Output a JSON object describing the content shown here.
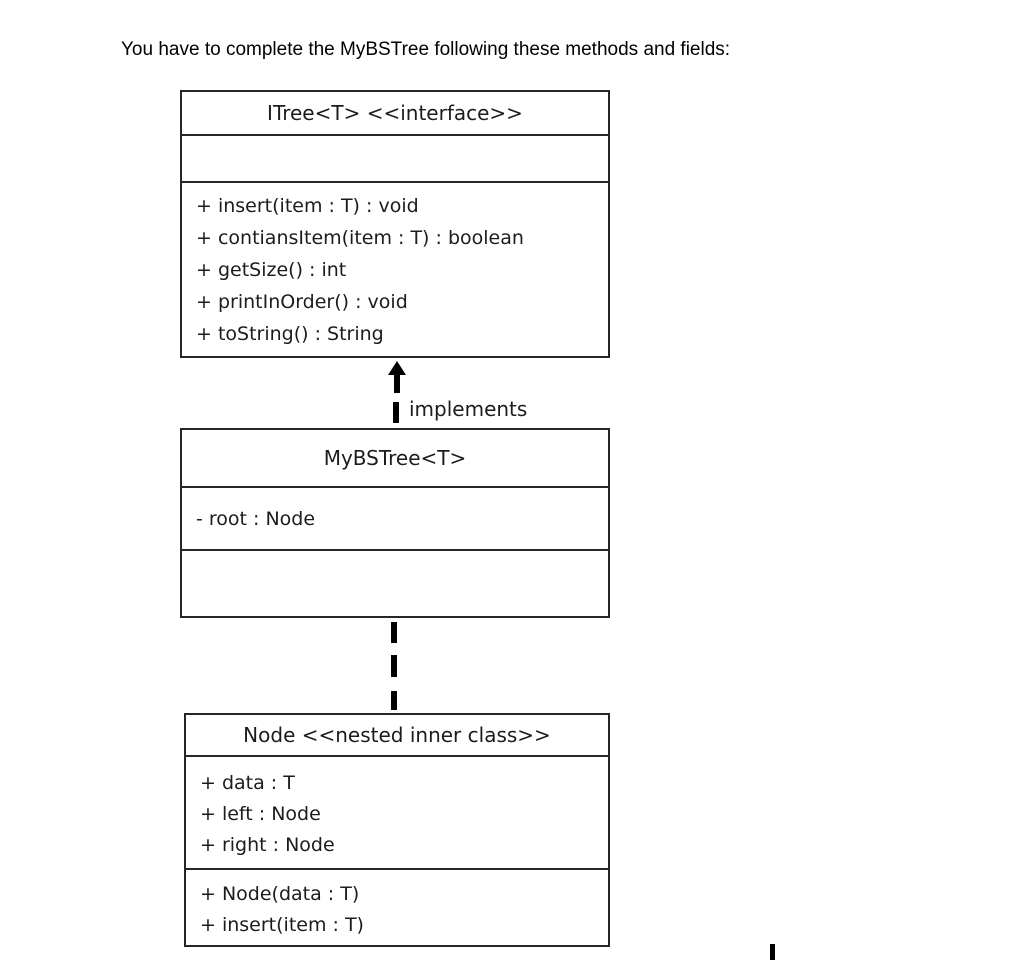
{
  "page": {
    "heading": "You have to complete the MyBSTree following these methods and fields:"
  },
  "diagram": {
    "itree": {
      "title": "ITree<T> <<interface>>",
      "methods": [
        "+ insert(item : T) : void",
        "+ contiansItem(item : T) : boolean",
        "+ getSize() : int",
        "+ printInOrder() : void",
        "+ toString() : String"
      ]
    },
    "relation": {
      "label": "implements"
    },
    "mybstree": {
      "title": "MyBSTree<T>",
      "fields": [
        "- root : Node"
      ]
    },
    "node": {
      "title": "Node <<nested inner class>>",
      "fields": [
        "+ data : T",
        "+ left : Node",
        "+ right : Node"
      ],
      "methods": [
        "+ Node(data : T)",
        "+ insert(item : T)"
      ]
    }
  }
}
